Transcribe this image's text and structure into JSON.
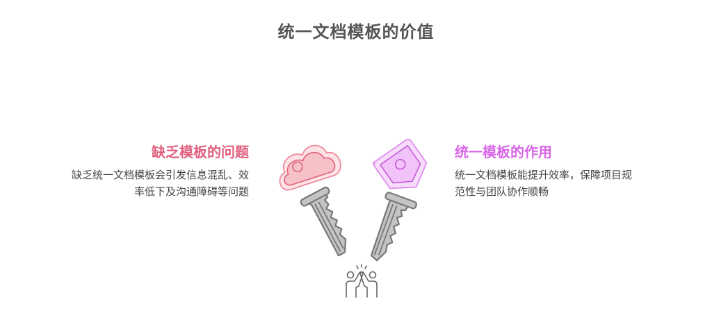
{
  "title": "统一文档模板的价值",
  "left": {
    "heading": "缺乏模板的问题",
    "description_line1": "缺乏统一文档模板会引发信息混乱、效",
    "description_line2": "率低下及沟通障碍等问题",
    "color": "#e0607e",
    "icon": "cloud-key-icon"
  },
  "right": {
    "heading": "统一模板的作用",
    "description_line1": "统一文档模板能提升效率，保障项目规",
    "description_line2": "范性与团队协作顺畅",
    "color": "#d966e8",
    "icon": "diamond-key-icon"
  },
  "center": {
    "icon": "high-five-icon"
  }
}
